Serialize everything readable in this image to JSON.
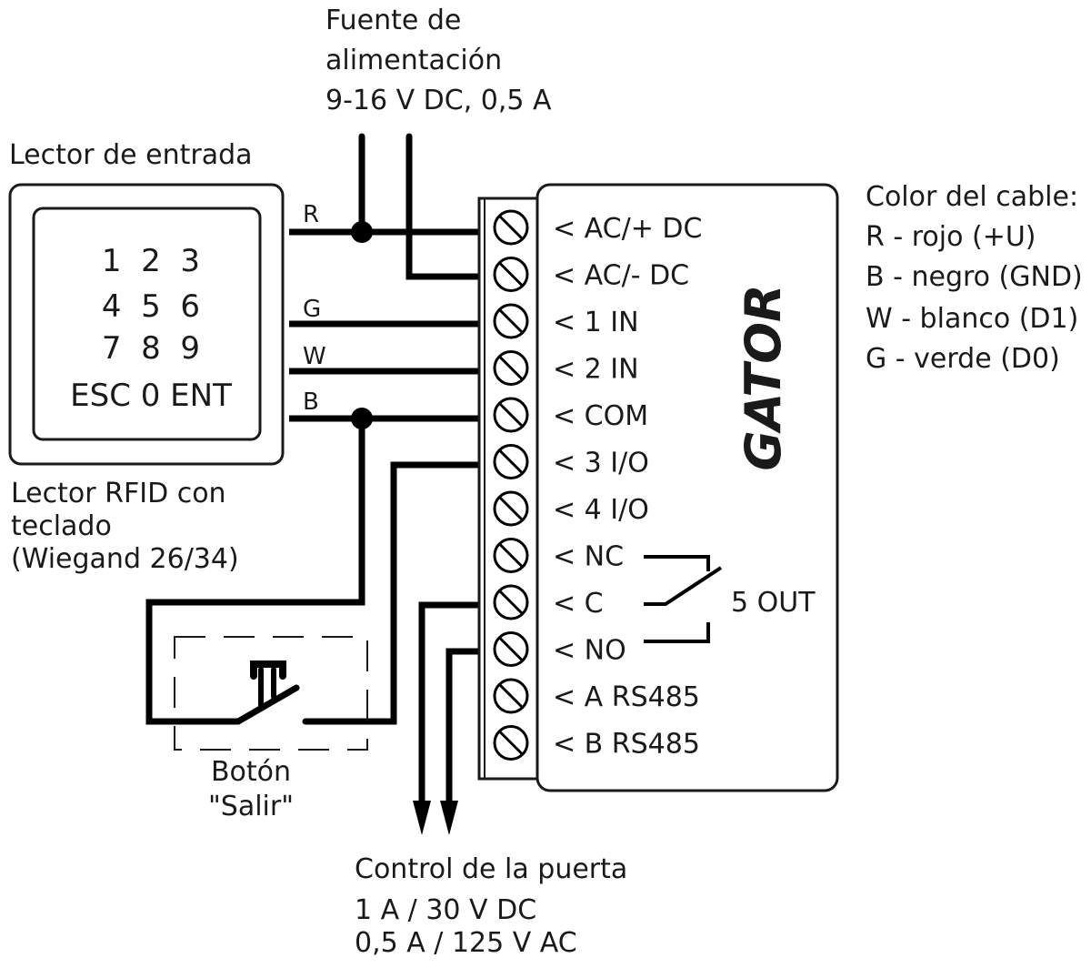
{
  "power_supply": {
    "lines": [
      "Fuente de",
      "alimentación",
      "9-16 V DC, 0,5 A"
    ]
  },
  "reader": {
    "title": "Lector de entrada",
    "keypad_rows": [
      "1  2  3",
      "4  5  6",
      "7  8  9",
      "ESC 0 ENT"
    ],
    "description": [
      "Lector RFID con",
      "teclado",
      "(Wiegand 26/34)"
    ],
    "wires": [
      "R",
      "G",
      "W",
      "B"
    ]
  },
  "controller": {
    "name": "GATOR",
    "terminals": [
      "< AC/+ DC",
      "< AC/- DC",
      "< 1 IN",
      "< 2 IN",
      "< COM",
      "< 3 I/O",
      "< 4 I/O",
      "< NC",
      "< C",
      "< NO",
      "< A RS485",
      "< B RS485"
    ],
    "relay_label": "5 OUT"
  },
  "cable_legend": {
    "title": "Color del cable:",
    "items": [
      "R - rojo (+U)",
      "B - negro (GND)",
      "W - blanco (D1)",
      "G - verde (D0)"
    ]
  },
  "exit_button": {
    "lines": [
      "Botón",
      "\"Salir\""
    ]
  },
  "door_control": {
    "lines": [
      "Control de la puerta",
      "1 A / 30 V DC",
      "0,5 A / 125 V AC"
    ]
  }
}
